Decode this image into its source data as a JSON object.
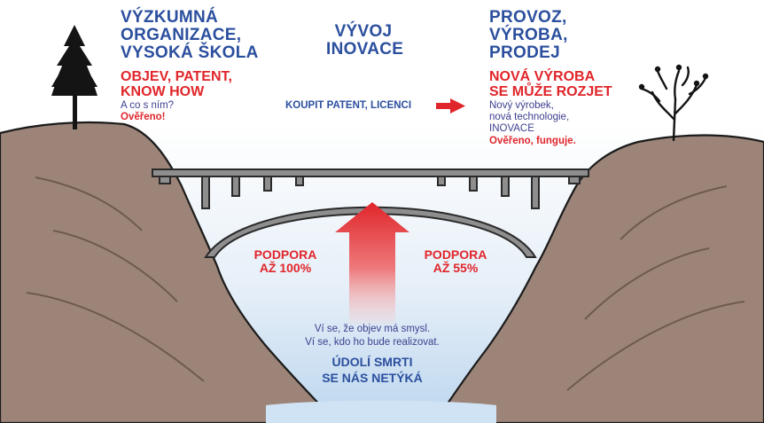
{
  "left": {
    "heading": [
      "VÝZKUMNÁ",
      "ORGANIZACE,",
      "VYSOKÁ ŠKOLA"
    ],
    "sub_heading": [
      "OBJEV, PATENT,",
      "KNOW HOW"
    ],
    "question": "A co s ním?",
    "verified": "Ověřeno!"
  },
  "center": {
    "heading": [
      "VÝVOJ",
      "INOVACE"
    ],
    "action": "KOUPIT PATENT, LICENCI"
  },
  "right": {
    "heading": [
      "PROVOZ,",
      "VÝROBA,",
      "PRODEJ"
    ],
    "sub_heading": [
      "NOVÁ VÝROBA",
      "SE MŮŽE ROZJET"
    ],
    "items": [
      "Nový výrobek,",
      "nová technologie,",
      "INOVACE"
    ],
    "verified": "Ověřeno, funguje."
  },
  "support_left": [
    "PODPORA",
    "AŽ 100%"
  ],
  "support_right": [
    "PODPORA",
    "AŽ 55%"
  ],
  "valley": {
    "lines": [
      "Ví se, že objev má smysl.",
      "Ví se, kdo ho bude realizovat."
    ],
    "title": [
      "ÚDOLÍ SMRTI",
      "SE NÁS NETÝKÁ"
    ]
  },
  "colors": {
    "blue": "#2b4f9e",
    "red": "#e0262b",
    "earth": "#9c8478",
    "water": "#cfe3f4"
  }
}
